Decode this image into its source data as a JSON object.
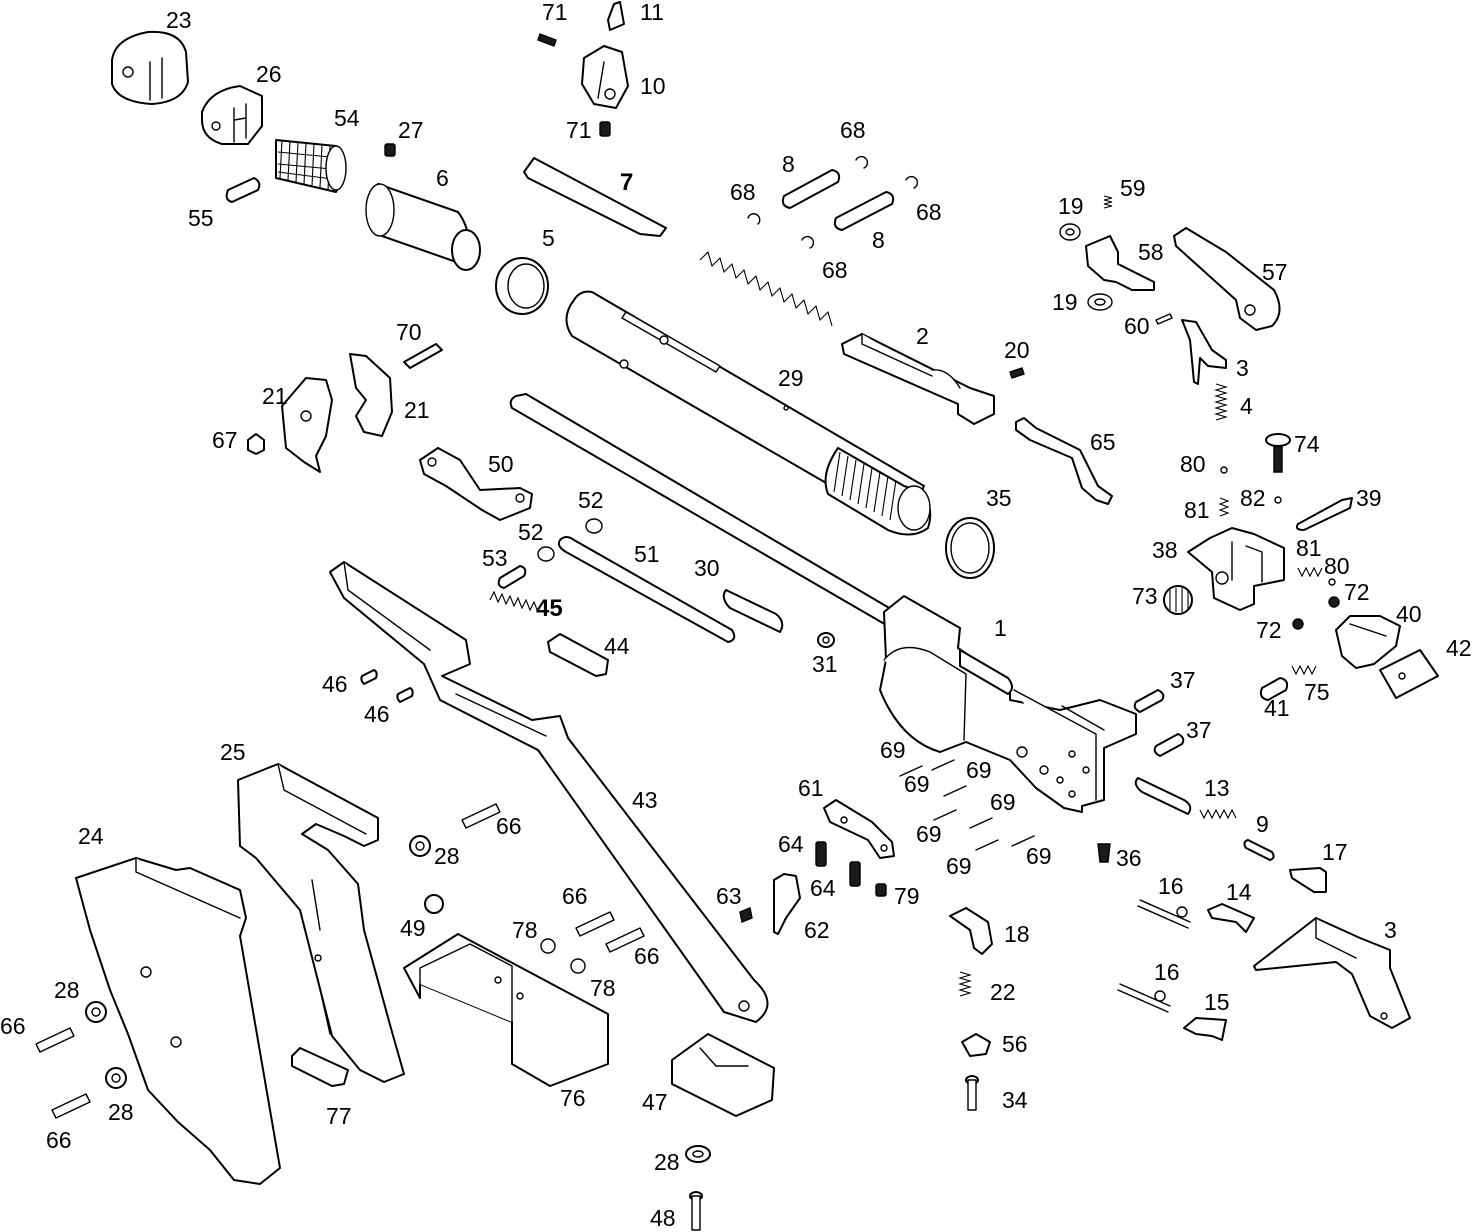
{
  "diagram": {
    "labels": {
      "p1": "1",
      "p2": "2",
      "p3a": "3",
      "p3b": "3",
      "p4": "4",
      "p5": "5",
      "p6": "6",
      "p7": "7",
      "p8a": "8",
      "p8b": "8",
      "p9": "9",
      "p10": "10",
      "p11": "11",
      "p13": "13",
      "p14": "14",
      "p15": "15",
      "p16a": "16",
      "p16b": "16",
      "p17": "17",
      "p18": "18",
      "p19a": "19",
      "p19b": "19",
      "p20": "20",
      "p21a": "21",
      "p21b": "21",
      "p22": "22",
      "p23": "23",
      "p24": "24",
      "p25": "25",
      "p26": "26",
      "p27": "27",
      "p28a": "28",
      "p28b": "28",
      "p28c": "28",
      "p28d": "28",
      "p29": "29",
      "p30": "30",
      "p31": "31",
      "p34": "34",
      "p35": "35",
      "p36": "36",
      "p37a": "37",
      "p37b": "37",
      "p38": "38",
      "p39": "39",
      "p40": "40",
      "p41": "41",
      "p42": "42",
      "p43": "43",
      "p44": "44",
      "p45": "45",
      "p46a": "46",
      "p46b": "46",
      "p47": "47",
      "p48": "48",
      "p49": "49",
      "p50": "50",
      "p51": "51",
      "p52a": "52",
      "p52b": "52",
      "p53": "53",
      "p54": "54",
      "p55": "55",
      "p56": "56",
      "p57": "57",
      "p58": "58",
      "p59": "59",
      "p60": "60",
      "p61": "61",
      "p62": "62",
      "p63": "63",
      "p64a": "64",
      "p64b": "64",
      "p65": "65",
      "p66a": "66",
      "p66b": "66",
      "p66c": "66",
      "p66d": "66",
      "p66e": "66",
      "p67": "67",
      "p68a": "68",
      "p68b": "68",
      "p68c": "68",
      "p68d": "68",
      "p69a": "69",
      "p69b": "69",
      "p69c": "69",
      "p69d": "69",
      "p69e": "69",
      "p69f": "69",
      "p69g": "69",
      "p70": "70",
      "p71a": "71",
      "p71b": "71",
      "p72a": "72",
      "p72b": "72",
      "p73": "73",
      "p74": "74",
      "p75": "75",
      "p76": "76",
      "p77": "77",
      "p78a": "78",
      "p78b": "78",
      "p79": "79",
      "p80a": "80",
      "p80b": "80",
      "p81a": "81",
      "p81b": "81",
      "p82": "82"
    }
  }
}
